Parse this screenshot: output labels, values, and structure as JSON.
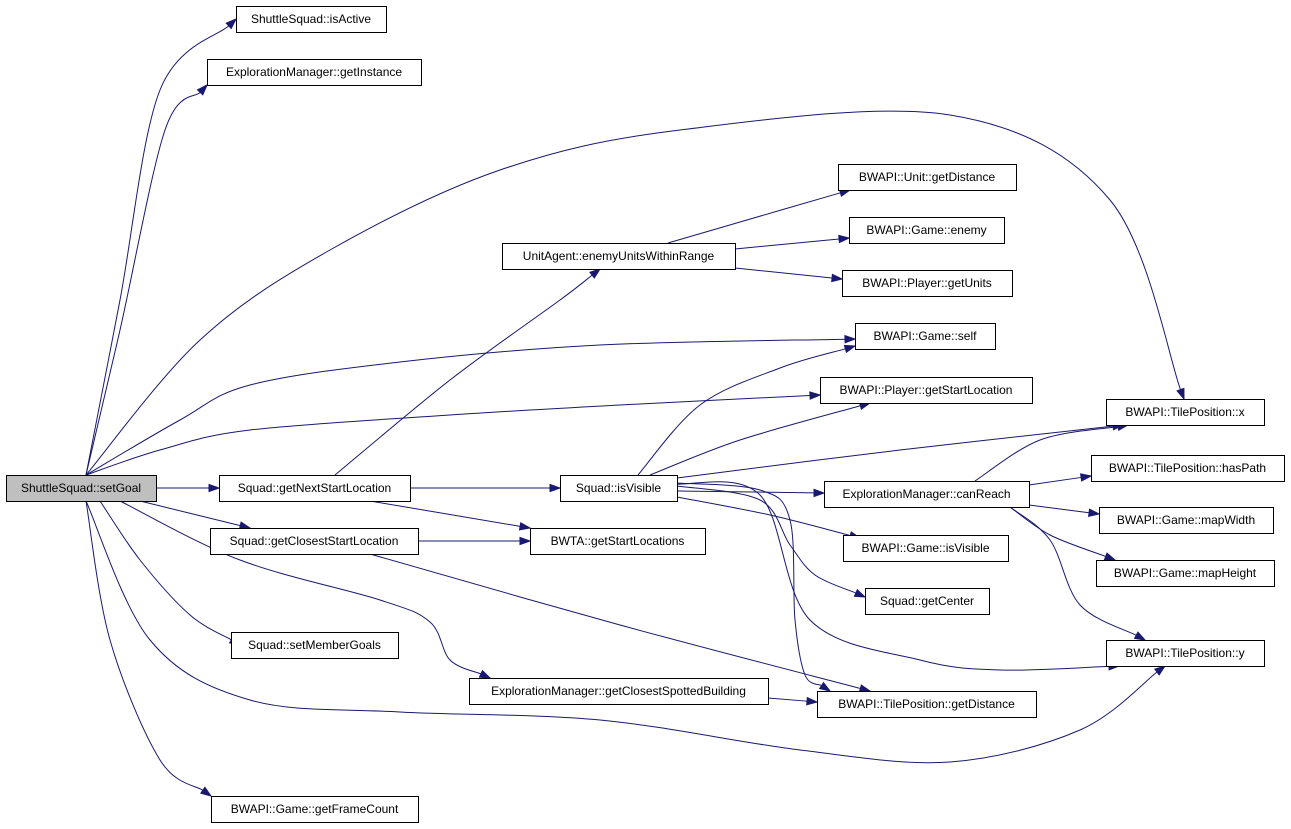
{
  "graph": {
    "nodes": [
      {
        "id": "root",
        "label": "ShuttleSquad::setGoal"
      },
      {
        "id": "isActive",
        "label": "ShuttleSquad::isActive"
      },
      {
        "id": "getInstance",
        "label": "ExplorationManager::getInstance"
      },
      {
        "id": "unitGetDistance",
        "label": "BWAPI::Unit::getDistance"
      },
      {
        "id": "gameEnemy",
        "label": "BWAPI::Game::enemy"
      },
      {
        "id": "enemyUnitsWithinRange",
        "label": "UnitAgent::enemyUnitsWithinRange"
      },
      {
        "id": "playerGetUnits",
        "label": "BWAPI::Player::getUnits"
      },
      {
        "id": "gameSelf",
        "label": "BWAPI::Game::self"
      },
      {
        "id": "playerGetStartLocation",
        "label": "BWAPI::Player::getStartLocation"
      },
      {
        "id": "tilePosX",
        "label": "BWAPI::TilePosition::x"
      },
      {
        "id": "tilePosHasPath",
        "label": "BWAPI::TilePosition::hasPath"
      },
      {
        "id": "getNextStartLocation",
        "label": "Squad::getNextStartLocation"
      },
      {
        "id": "squadIsVisible",
        "label": "Squad::isVisible"
      },
      {
        "id": "canReach",
        "label": "ExplorationManager::canReach"
      },
      {
        "id": "gameMapWidth",
        "label": "BWAPI::Game::mapWidth"
      },
      {
        "id": "getClosestStartLocation",
        "label": "Squad::getClosestStartLocation"
      },
      {
        "id": "bwtaGetStartLocations",
        "label": "BWTA::getStartLocations"
      },
      {
        "id": "gameIsVisible",
        "label": "BWAPI::Game::isVisible"
      },
      {
        "id": "gameMapHeight",
        "label": "BWAPI::Game::mapHeight"
      },
      {
        "id": "squadGetCenter",
        "label": "Squad::getCenter"
      },
      {
        "id": "setMemberGoals",
        "label": "Squad::setMemberGoals"
      },
      {
        "id": "tilePosY",
        "label": "BWAPI::TilePosition::y"
      },
      {
        "id": "getClosestSpottedBuilding",
        "label": "ExplorationManager::getClosestSpottedBuilding"
      },
      {
        "id": "tilePosGetDistance",
        "label": "BWAPI::TilePosition::getDistance"
      },
      {
        "id": "gameGetFrameCount",
        "label": "BWAPI::Game::getFrameCount"
      }
    ],
    "edges": [
      [
        "root",
        "isActive"
      ],
      [
        "root",
        "getInstance"
      ],
      [
        "root",
        "tilePosX"
      ],
      [
        "root",
        "gameSelf"
      ],
      [
        "root",
        "playerGetStartLocation"
      ],
      [
        "root",
        "getNextStartLocation"
      ],
      [
        "root",
        "getClosestStartLocation"
      ],
      [
        "root",
        "setMemberGoals"
      ],
      [
        "root",
        "getClosestSpottedBuilding"
      ],
      [
        "root",
        "tilePosY"
      ],
      [
        "root",
        "gameGetFrameCount"
      ],
      [
        "getNextStartLocation",
        "enemyUnitsWithinRange"
      ],
      [
        "getNextStartLocation",
        "squadIsVisible"
      ],
      [
        "getNextStartLocation",
        "bwtaGetStartLocations"
      ],
      [
        "enemyUnitsWithinRange",
        "unitGetDistance"
      ],
      [
        "enemyUnitsWithinRange",
        "gameEnemy"
      ],
      [
        "enemyUnitsWithinRange",
        "playerGetUnits"
      ],
      [
        "getClosestStartLocation",
        "bwtaGetStartLocations"
      ],
      [
        "getClosestStartLocation",
        "tilePosGetDistance"
      ],
      [
        "squadIsVisible",
        "gameSelf"
      ],
      [
        "squadIsVisible",
        "playerGetStartLocation"
      ],
      [
        "squadIsVisible",
        "tilePosX"
      ],
      [
        "squadIsVisible",
        "canReach"
      ],
      [
        "squadIsVisible",
        "gameIsVisible"
      ],
      [
        "squadIsVisible",
        "squadGetCenter"
      ],
      [
        "squadIsVisible",
        "tilePosY"
      ],
      [
        "squadIsVisible",
        "tilePosGetDistance"
      ],
      [
        "canReach",
        "tilePosX"
      ],
      [
        "canReach",
        "tilePosHasPath"
      ],
      [
        "canReach",
        "gameMapWidth"
      ],
      [
        "canReach",
        "gameMapHeight"
      ],
      [
        "canReach",
        "tilePosY"
      ],
      [
        "getClosestSpottedBuilding",
        "tilePosGetDistance"
      ]
    ]
  },
  "colors": {
    "edge": "#191970",
    "node_fill": "#ffffff",
    "root_fill": "#bfbfbf",
    "border": "#000000"
  }
}
